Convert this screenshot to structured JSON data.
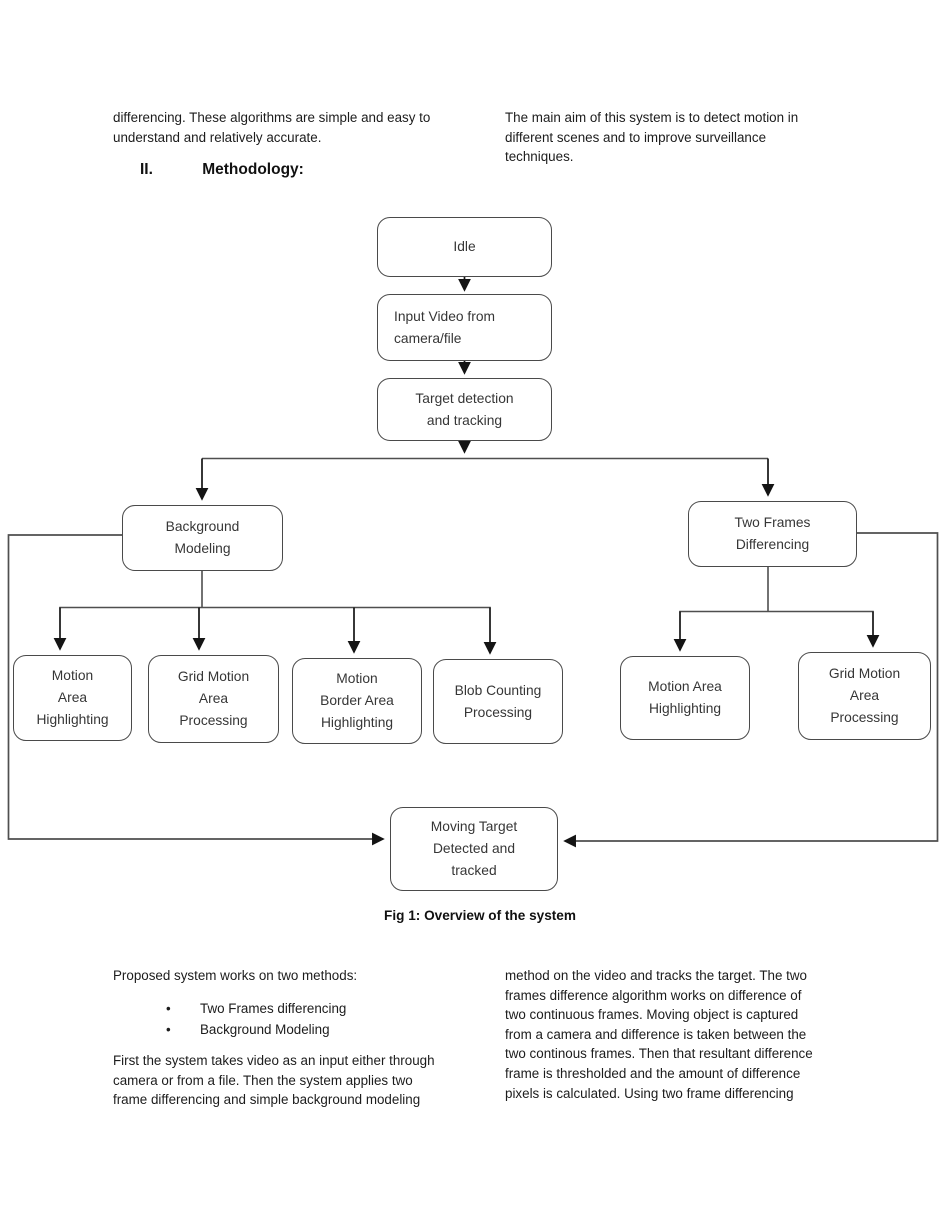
{
  "document": {
    "top_left_paragraph": {
      "lines": [
        "differencing. These algorithms are simple and easy to",
        "understand and relatively accurate."
      ]
    },
    "heading": {
      "number": "II.",
      "title": "Methodology:"
    },
    "top_right_paragraph": {
      "lines": [
        "The main aim of this system is to detect motion in",
        "different scenes and to improve surveillance",
        "techniques."
      ]
    },
    "methods": {
      "intro": "Proposed system works on two methods:",
      "bullet_glyph": "•",
      "bullets": [
        "Two Frames differencing",
        "Background Modeling"
      ]
    },
    "bottom_left_paragraph": {
      "lines": [
        "First the system takes video as an input either through",
        "camera or from a file. Then the system applies two",
        "frame differencing and simple background modeling"
      ]
    },
    "bottom_right_paragraph": {
      "lines": [
        "method on the video and tracks the target. The two",
        "frames difference algorithm works on difference of",
        "two continuous frames. Moving object is captured",
        "from a camera and difference is taken between the",
        "two continous frames. Then that resultant difference",
        "frame is thresholded and the amount of difference",
        "pixels is calculated. Using two frame differencing"
      ]
    }
  },
  "figure": {
    "type": "flowchart",
    "caption": "Fig 1: Overview of the system",
    "nodes": [
      {
        "id": "idle",
        "lines": [
          "Idle"
        ]
      },
      {
        "id": "input-video",
        "lines": [
          "Input Video from",
          "camera/file"
        ]
      },
      {
        "id": "target-detection",
        "lines": [
          "Target detection",
          "and tracking"
        ]
      },
      {
        "id": "background-modeling",
        "lines": [
          "Background",
          "Modeling"
        ]
      },
      {
        "id": "two-frames-differencing",
        "lines": [
          "Two Frames",
          "Differencing"
        ]
      },
      {
        "id": "motion-area-highlighting-bm",
        "lines": [
          "Motion",
          "Area",
          "Highlighting"
        ]
      },
      {
        "id": "grid-motion-area-processing-bm",
        "lines": [
          "Grid Motion",
          "Area",
          "Processing"
        ]
      },
      {
        "id": "motion-border-area-highlighting",
        "lines": [
          "Motion",
          "Border Area",
          "Highlighting"
        ]
      },
      {
        "id": "blob-counting-processing",
        "lines": [
          "Blob Counting",
          "Processing"
        ]
      },
      {
        "id": "motion-area-highlighting-tfd",
        "lines": [
          "Motion Area",
          "Highlighting"
        ]
      },
      {
        "id": "grid-motion-area-processing-tfd",
        "lines": [
          "Grid Motion",
          "Area",
          "Processing"
        ]
      },
      {
        "id": "moving-target",
        "lines": [
          "Moving Target",
          "Detected and",
          "tracked"
        ]
      }
    ],
    "edges": [
      {
        "from": "idle",
        "to": "input-video"
      },
      {
        "from": "input-video",
        "to": "target-detection"
      },
      {
        "from": "target-detection",
        "to": "background-modeling"
      },
      {
        "from": "target-detection",
        "to": "two-frames-differencing"
      },
      {
        "from": "background-modeling",
        "to": "motion-area-highlighting-bm"
      },
      {
        "from": "background-modeling",
        "to": "grid-motion-area-processing-bm"
      },
      {
        "from": "background-modeling",
        "to": "motion-border-area-highlighting"
      },
      {
        "from": "background-modeling",
        "to": "blob-counting-processing"
      },
      {
        "from": "two-frames-differencing",
        "to": "motion-area-highlighting-tfd"
      },
      {
        "from": "two-frames-differencing",
        "to": "grid-motion-area-processing-tfd"
      },
      {
        "from": "background-modeling",
        "to": "moving-target"
      },
      {
        "from": "two-frames-differencing",
        "to": "moving-target"
      }
    ]
  },
  "colors": {
    "background": "#ffffff",
    "text": "#1c1c1c",
    "node_border": "#4a4a4a",
    "connector_line": "#4f4f4f",
    "arrow": "#141414"
  }
}
